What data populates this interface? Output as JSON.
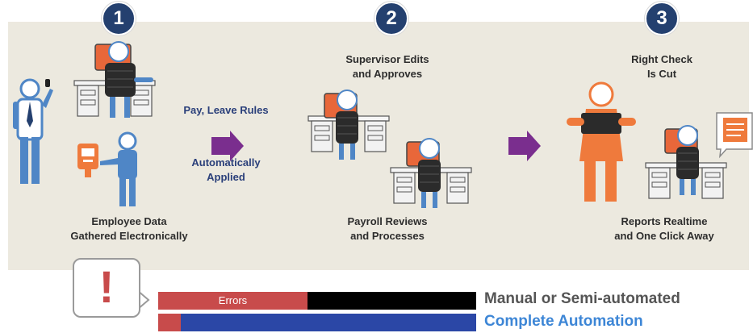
{
  "steps": [
    {
      "number": "1"
    },
    {
      "number": "2"
    },
    {
      "number": "3"
    }
  ],
  "captions": {
    "employee_data": "Employee Data\nGathered Electronically",
    "pay_rules": "Pay, Leave Rules",
    "auto_applied": "Automatically\nApplied",
    "supervisor": "Supervisor Edits\nand Approves",
    "payroll": "Payroll Reviews\nand Processes",
    "right_check": "Right Check\nIs Cut",
    "reports": "Reports Realtime\nand One Click Away"
  },
  "alert": {
    "symbol": "!"
  },
  "comparison": {
    "bar1": {
      "segment_label": "Errors",
      "legend": "Manual or Semi-automated",
      "error_share": 0.47
    },
    "bar2": {
      "legend": "Complete Automation",
      "error_share": 0.07
    }
  },
  "colors": {
    "panel": "#ece9df",
    "badge": "#24406f",
    "figure_blue": "#4f86c6",
    "figure_orange": "#ef7a3c",
    "arrow_purple": "#7a2e8e",
    "error_red": "#c84b4b",
    "manual_black": "#000000",
    "auto_blue": "#2b47a6",
    "legend_gray": "#555555",
    "legend_blue": "#3d86d6"
  }
}
